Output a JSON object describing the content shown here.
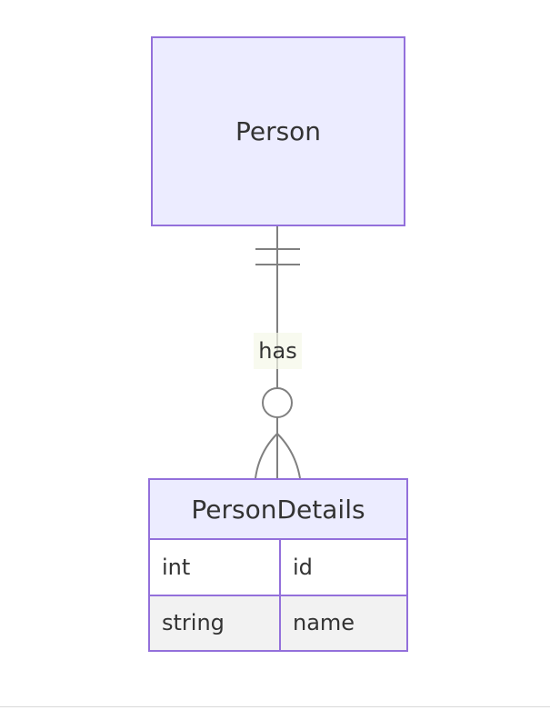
{
  "entities": {
    "person": {
      "name": "Person"
    },
    "person_details": {
      "name": "PersonDetails",
      "attributes": [
        {
          "type": "int",
          "name": "id"
        },
        {
          "type": "string",
          "name": "name"
        }
      ]
    }
  },
  "relationship": {
    "label": "has",
    "from": "Person",
    "to": "PersonDetails",
    "from_cardinality": "exactly-one",
    "to_cardinality": "zero-or-more"
  },
  "colors": {
    "entity_fill": "#ececff",
    "entity_border": "#9370db",
    "line": "#808080",
    "text": "#333333",
    "row_alt": "#f2f2f2",
    "label_bg": "#f5f8e8"
  }
}
